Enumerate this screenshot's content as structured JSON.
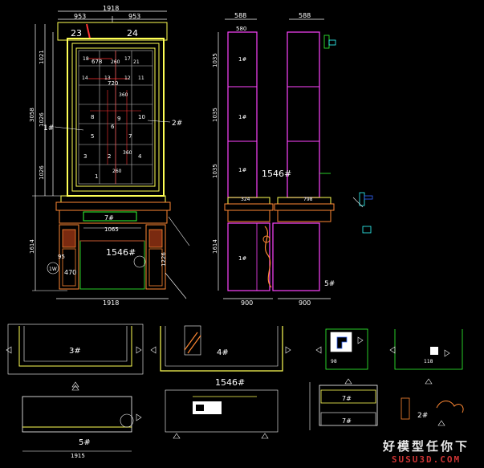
{
  "colors": {
    "background": "#000000",
    "dimension": "#ffffff",
    "outline_yellow": "#ffff55",
    "outline_magenta": "#ff44ff",
    "red": "#ff3333",
    "green": "#33ff33",
    "cyan": "#33ffff",
    "orange": "#ff8833",
    "grey": "#c0c0c0"
  },
  "front_view": {
    "top_dims": [
      "1918",
      "953",
      "953"
    ],
    "top_panels": [
      "23",
      "24"
    ],
    "left_dims": [
      "1021",
      "1026",
      "3058",
      "1026",
      "1614"
    ],
    "label_1": "1#",
    "label_2": "2#",
    "cells_top": [
      "18",
      "678",
      "17",
      "260",
      "21"
    ],
    "cells_mid": [
      "14",
      "13",
      "720",
      "360",
      "12",
      "11"
    ],
    "cells_center": [
      "8",
      "9",
      "10",
      "6",
      "5",
      "7",
      "3",
      "2",
      "4",
      "1",
      "260",
      "360"
    ],
    "mantle_label": "7#",
    "mantle_dim": "1065",
    "base_label": "1546#",
    "base_dims": [
      "95",
      "1W",
      "470",
      "1226"
    ],
    "bottom_dim": "1918"
  },
  "side_view_1": {
    "top_dim": "588",
    "sub_dim": "580",
    "cells": [
      "1#",
      "1#",
      "1#",
      "1#"
    ],
    "dims": [
      "1035",
      "1035",
      "1035",
      "1614"
    ],
    "ledge_dim": "324",
    "bottom_dim": "900"
  },
  "side_view_2": {
    "top_dim": "588",
    "label": "1546#",
    "label_5": "5#",
    "ledge_dim": "798",
    "bottom_dim": "900"
  },
  "details": {
    "d3": "3#",
    "d4": "4#",
    "d1546": "1546#",
    "d5": "5#",
    "d5_dim": "1915",
    "d7": "7#",
    "d7b": "7#",
    "d2": "2#",
    "d_small": "98",
    "d_small2": "118"
  },
  "watermark": {
    "chinese": "好模型任你下",
    "site": "SUSU3D.COM"
  }
}
